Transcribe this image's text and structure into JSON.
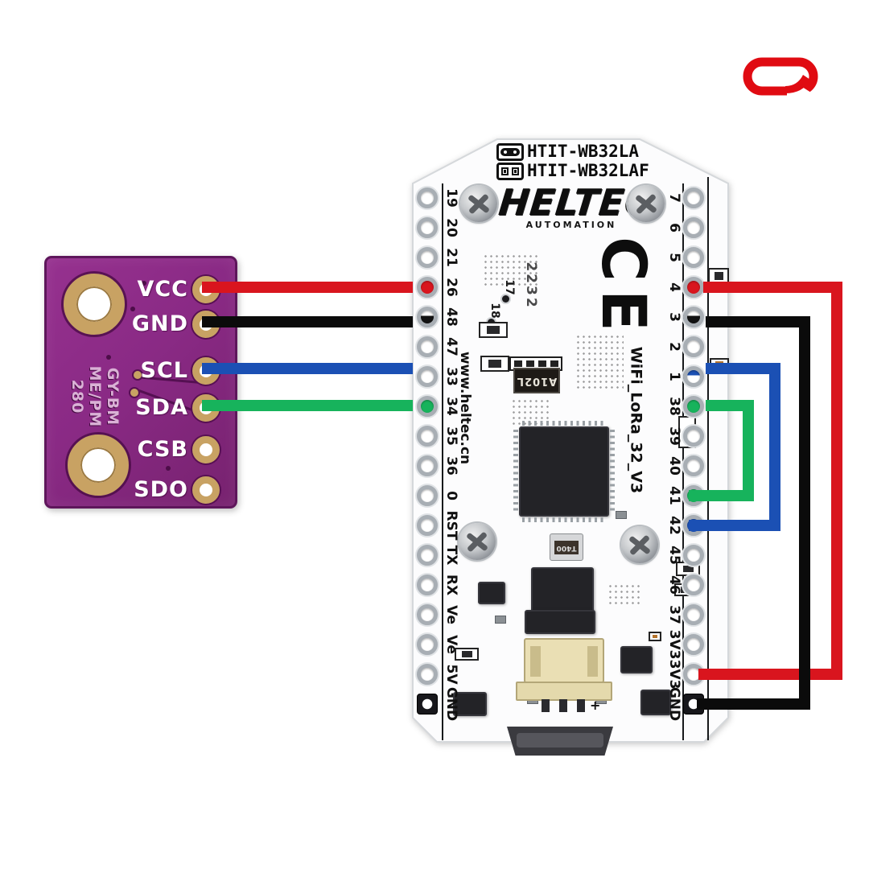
{
  "brand_mark": {
    "name": "red-rounded-ring-logo",
    "color": "#e00b12"
  },
  "sensor_board": {
    "silkscreen_lines": [
      "GY-BM",
      "ME/PM",
      "280"
    ],
    "pin_labels": [
      "VCC",
      "GND",
      "SCL",
      "SDA",
      "CSB",
      "SDO"
    ],
    "pcb_color": "#8e2b89",
    "pad_color": "#c8a263"
  },
  "mcu_board": {
    "variant_labels": [
      "HTIT-WB32LA",
      "HTIT-WB32LAF"
    ],
    "brand": "HELTEC",
    "brand_sub": "AUTOMATION",
    "ce_mark": "CE",
    "date_code": "2232",
    "via_labels": [
      "17",
      "18"
    ],
    "website": "www.heltec.cn",
    "model": "WiFi_LoRa_32_V3",
    "component_labels": {
      "resistor": "A102L",
      "crystal": "T400",
      "battery_plus": "+"
    },
    "left_pins": [
      "19",
      "20",
      "21",
      "26",
      "48",
      "47",
      "33",
      "34",
      "35",
      "36",
      "0",
      "RST",
      "TX",
      "RX",
      "Ve",
      "Ve",
      "5V",
      "GND"
    ],
    "right_pins": [
      "7",
      "6",
      "5",
      "4",
      "3",
      "2",
      "1",
      "38",
      "39",
      "40",
      "41",
      "42",
      "45",
      "46",
      "37",
      "3V3",
      "3V3",
      "GND"
    ]
  },
  "wires": [
    {
      "label": "VCC to 3V3",
      "color": "#d9151e",
      "from": "sensor VCC",
      "to": "board 3V3"
    },
    {
      "label": "GND to GND",
      "color": "#0b0b0b",
      "from": "sensor GND",
      "to": "board GND"
    },
    {
      "label": "SCL to 42",
      "color": "#1b50b4",
      "from": "sensor SCL",
      "to": "board pin 42"
    },
    {
      "label": "SDA to 41",
      "color": "#17b35c",
      "from": "sensor SDA",
      "to": "board pin 41"
    }
  ]
}
